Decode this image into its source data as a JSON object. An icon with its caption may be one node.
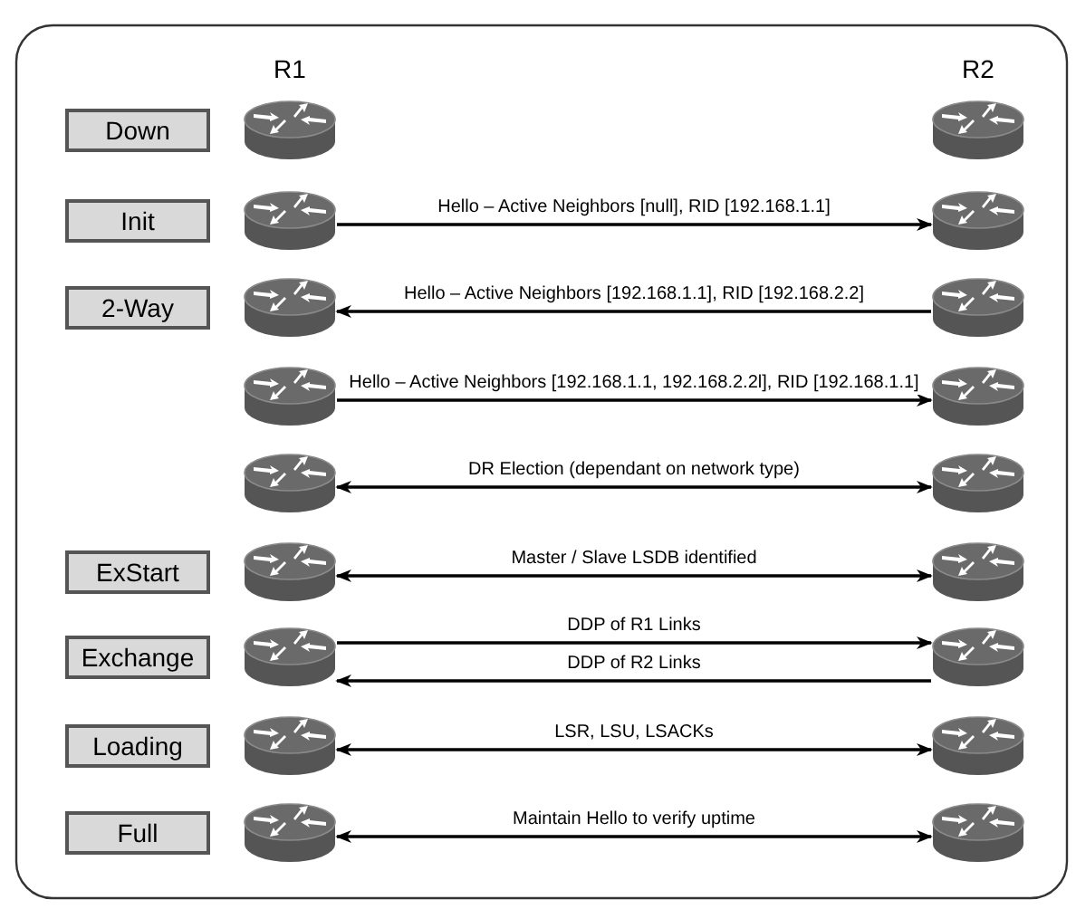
{
  "diagram": {
    "nodes": [
      {
        "text": [
          "Down"
        ]
      },
      {
        "text": [],
        "shape": "cylinder"
      },
      {
        "text": [],
        "shape": "cylinder"
      },
      {
        "text": [
          "Init"
        ]
      },
      {
        "text": [],
        "shape": "cylinder"
      },
      {
        "text": [],
        "shape": "cylinder"
      },
      {
        "text": [
          "2-Way"
        ]
      },
      {
        "text": [],
        "shape": "cylinder"
      },
      {
        "text": [],
        "shape": "cylinder"
      },
      {
        "text": [],
        "shape": "cylinder"
      },
      {
        "text": [],
        "shape": "cylinder"
      },
      {
        "text": [],
        "shape": "cylinder"
      },
      {
        "text": [],
        "shape": "cylinder"
      },
      {
        "text": [
          "ExStart"
        ]
      },
      {
        "text": [],
        "shape": "cylinder"
      },
      {
        "text": [],
        "shape": "cylinder"
      },
      {
        "text": [
          "Exchange"
        ]
      },
      {
        "text": [],
        "shape": "cylinder"
      },
      {
        "text": [],
        "shape": "cylinder"
      },
      {
        "text": [
          "Loading"
        ]
      },
      {
        "text": [],
        "shape": "cylinder"
      },
      {
        "text": [],
        "shape": "cylinder"
      },
      {
        "text": [
          "Full"
        ]
      },
      {
        "text": [],
        "shape": "cylinder"
      },
      {
        "text": [],
        "shape": "cylinder"
      }
    ],
    "edges": [
      {
        "from": 4,
        "to": 5,
        "arrow": "to",
        "label": "Hello – Active Neighbors [null], RID [192.168.1.1]"
      },
      {
        "from": 8,
        "to": 7,
        "arrow": "to",
        "label": "Hello – Active Neighbors [192.168.1.1], RID [192.168.2.2]"
      },
      {
        "from": 9,
        "to": 10,
        "arrow": "to",
        "label": "Hello – Active Neighbors [192.168.1.1, 192.168.2.2l], RID [192.168.1.1]"
      },
      {
        "from": 11,
        "to": 12,
        "arrow": "both",
        "label": "DR Election (dependant on network type)"
      },
      {
        "from": 14,
        "to": 15,
        "arrow": "both",
        "label": "Master / Slave LSDB identified"
      },
      {
        "from": 17,
        "to": 18,
        "arrow": "to",
        "label": "DDP of R1 Links"
      },
      {
        "from": 18,
        "to": 17,
        "arrow": "to",
        "label": "DDP of R2 Links"
      },
      {
        "from": 20,
        "to": 21,
        "arrow": "both",
        "label": "LSR, LSU, LSACKs"
      },
      {
        "from": 23,
        "to": 24,
        "arrow": "both",
        "label": "Maintain Hello to verify uptime"
      }
    ],
    "labels": [
      "R1",
      "R2"
    ]
  }
}
